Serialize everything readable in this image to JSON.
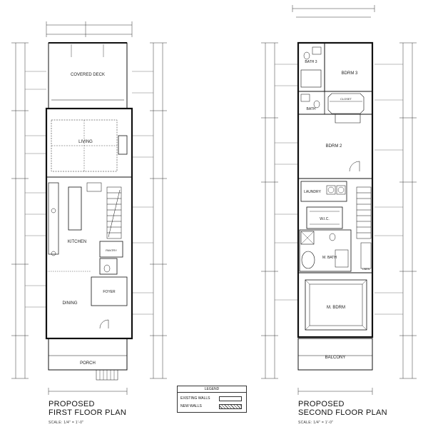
{
  "first_floor": {
    "title_line1": "PROPOSED",
    "title_line2": "FIRST FLOOR PLAN",
    "scale": "SCALE: 1/4\" = 1'-0\"",
    "rooms": {
      "deck": "COVERED DECK",
      "living": "LIVING",
      "kitchen": "KITCHEN",
      "dining": "DINING",
      "foyer": "FOYER",
      "porch": "PORCH",
      "pantry": "PANTRY"
    }
  },
  "second_floor": {
    "title_line1": "PROPOSED",
    "title_line2": "SECOND FLOOR PLAN",
    "scale": "SCALE: 1/4\" = 1'-0\"",
    "rooms": {
      "bath3": "BATH 3",
      "bdrm3": "BDRM 3",
      "bath": "BATH",
      "closet": "CLOSET",
      "bdrm2": "BDRM 2",
      "laundry": "LAUNDRY",
      "wic": "W.I.C.",
      "mbath": "M. BATH",
      "mbdrm": "M. BDRM",
      "balcony": "BALCONY",
      "linen": "LINEN"
    }
  },
  "legend": {
    "title": "LEGEND",
    "existing": "EXISTING WALLS",
    "new": "NEW WALLS"
  }
}
